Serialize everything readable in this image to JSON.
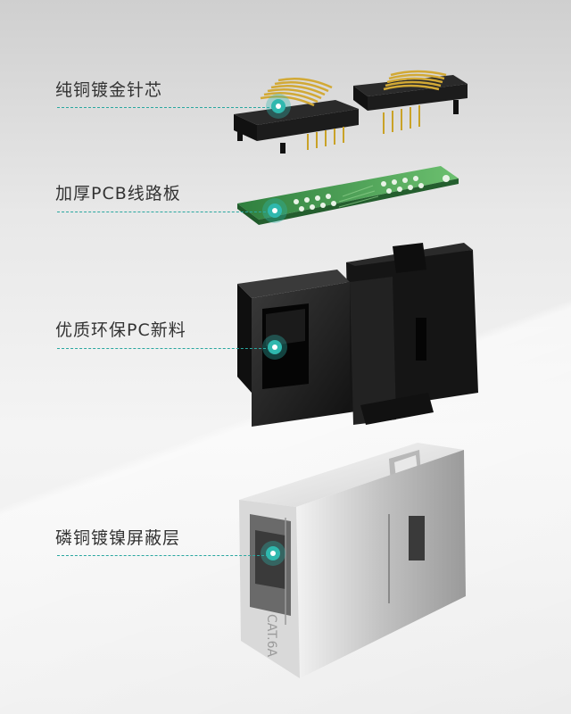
{
  "labels": {
    "pins": "纯铜镀金针芯",
    "pcb": "加厚PCB线路板",
    "housing": "优质环保PC新料",
    "shield": "磷铜镀镍屏蔽层"
  },
  "shield_marking": "CAT.6A",
  "colors": {
    "accent": "#2fb8ae",
    "pcb": "#3e9a4f",
    "housing": "#1c1c1c",
    "shield": "#c9c9c9",
    "gold": "#c9a227"
  },
  "icons": {
    "callout": "teal-dot-marker"
  }
}
